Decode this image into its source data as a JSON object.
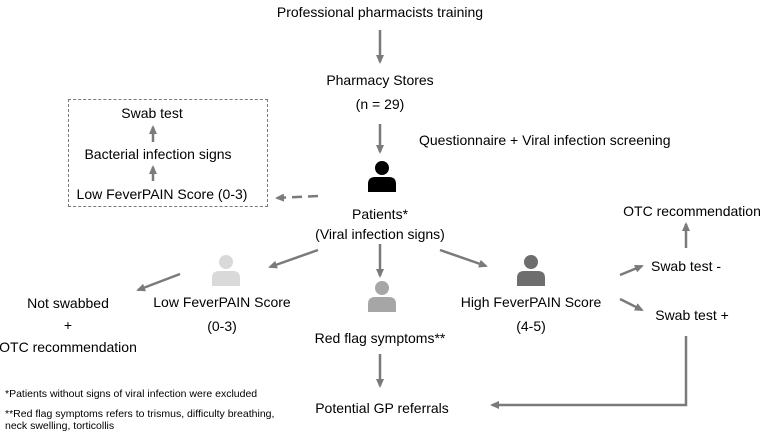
{
  "colors": {
    "arrow": "#7a7a7a",
    "person_patients": "#000000",
    "person_low": "#d9d9d9",
    "person_red_flag": "#a6a6a6",
    "person_high": "#6e6e6e",
    "box_border": "#7a7a7a"
  },
  "nodes": {
    "training": "Professional pharmacists training",
    "stores": "Pharmacy Stores",
    "stores_n": "(n = 29)",
    "screening": "Questionnaire + Viral infection screening",
    "patients": "Patients*",
    "patients_sub": "(Viral infection signs)",
    "box_swab": "Swab test",
    "box_bacterial": "Bacterial infection signs",
    "box_low": "Low FeverPAIN Score (0-3)",
    "low_score": "Low FeverPAIN Score",
    "low_range": "(0-3)",
    "not_swabbed": "Not swabbed",
    "plus": "+",
    "otc_left": "OTC recommendation",
    "red_flag": "Red flag symptoms**",
    "high_score": "High FeverPAIN Score",
    "high_range": "(4-5)",
    "otc_right": "OTC recommendation",
    "swab_neg": "Swab test -",
    "swab_pos": "Swab test +",
    "gp": "Potential GP referrals"
  },
  "icons": [
    "person-icon-patients",
    "person-icon-low",
    "person-icon-red-flag",
    "person-icon-high"
  ],
  "footnotes": {
    "note1": "*Patients without signs of viral infection were excluded",
    "note2_line1": "**Red flag symptoms refers to trismus, difficulty breathing,",
    "note2_line2": "neck swelling, torticollis"
  }
}
